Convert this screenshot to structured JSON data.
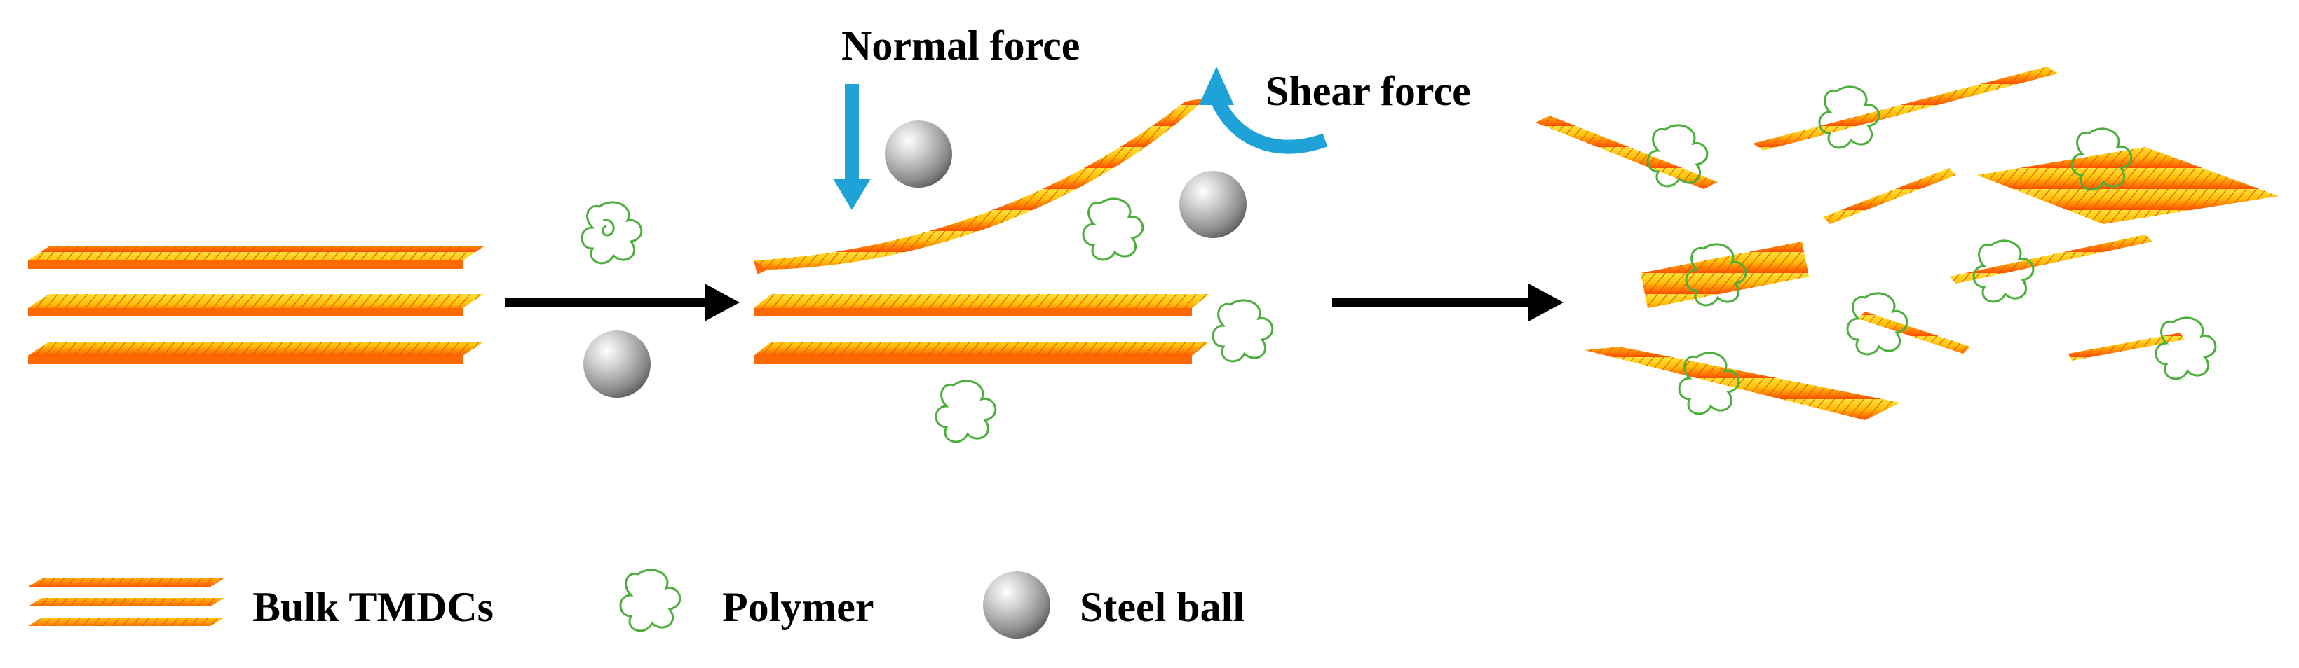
{
  "labels": {
    "normal_force": "Normal force",
    "shear_force": "Shear force"
  },
  "legend": {
    "bulk": "Bulk TMDCs",
    "polymer": "Polymer",
    "steel_ball": "Steel ball"
  },
  "colors": {
    "layer_top": "#ffd21a",
    "layer_bottom": "#ff5a0a",
    "layer_edge": "#f07a00",
    "polymer": "#4caf3c",
    "force_arrow": "#1fa2d8",
    "process_arrow": "#000000",
    "ball_light": "#f2f2f2",
    "ball_dark": "#6d6d6d"
  }
}
